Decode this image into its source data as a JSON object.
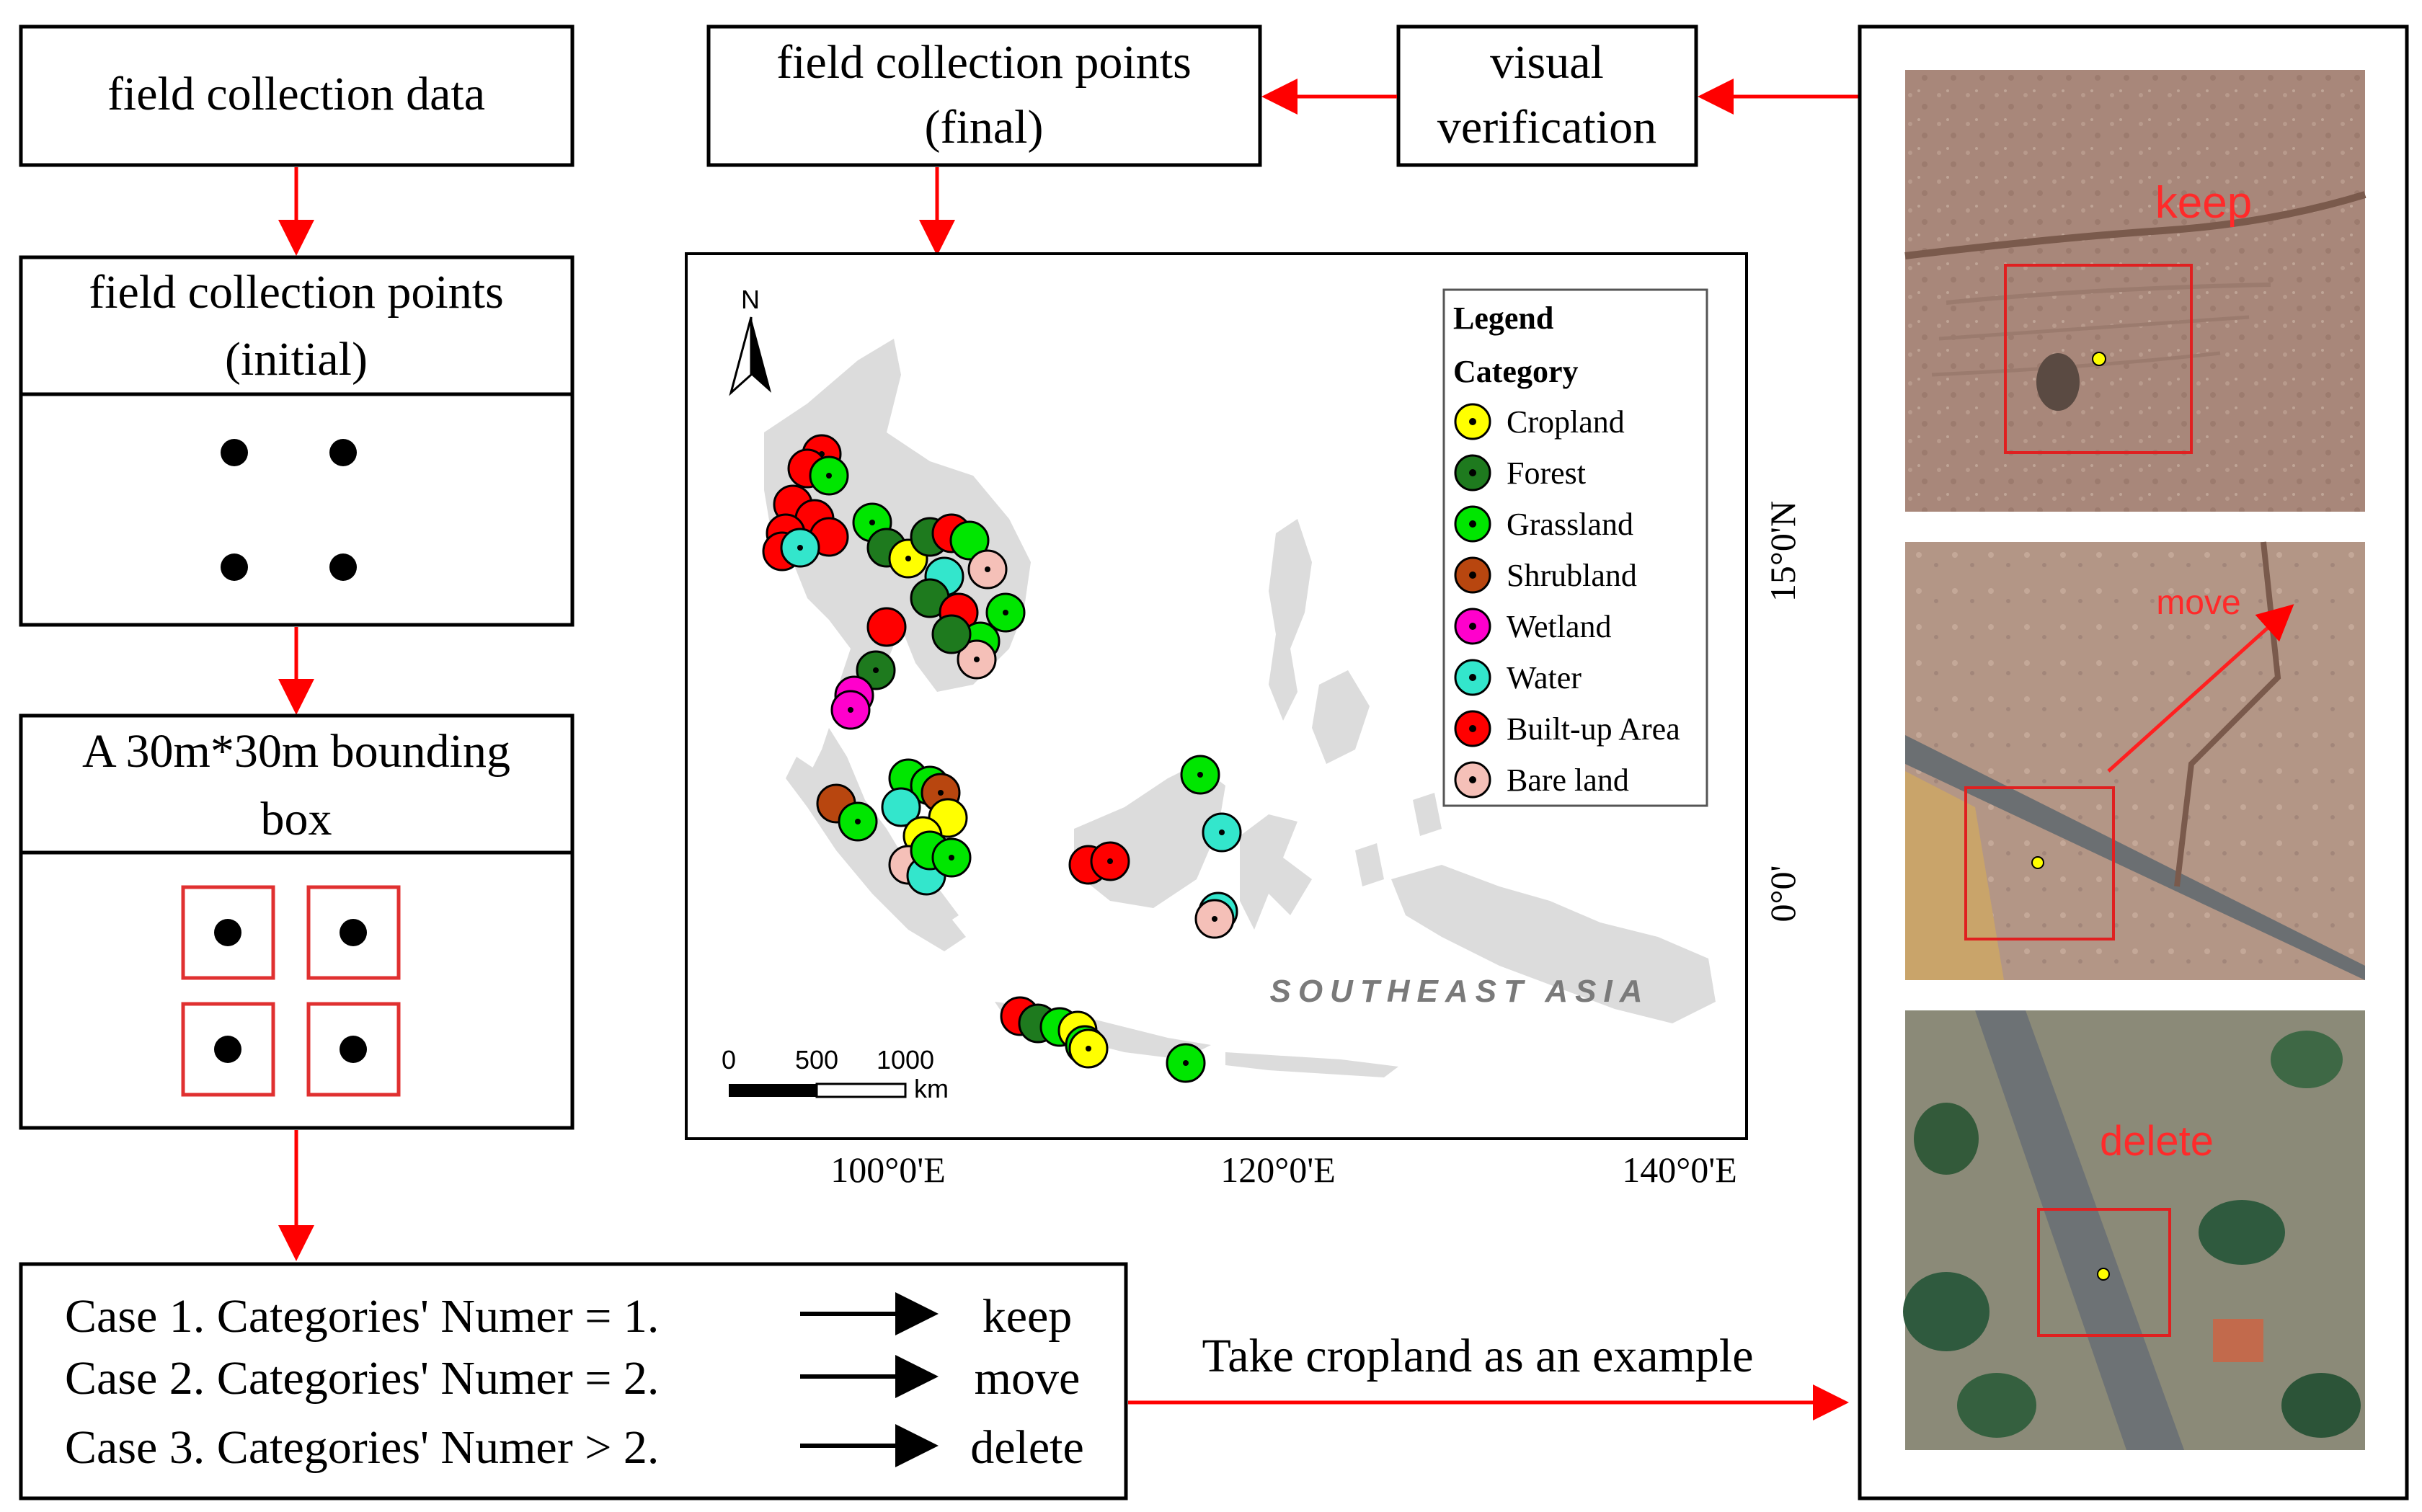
{
  "flow": {
    "field_collection_data": "field collection data",
    "points_initial_line1": "field collection points",
    "points_initial_line2": "(initial)",
    "bbox_line1": "A 30m*30m bounding",
    "bbox_line2": "box",
    "points_final_line1": "field collection points",
    "points_final_line2": "(final)",
    "visual_line1": "visual",
    "visual_line2": "verification",
    "example_label": "Take cropland as an example"
  },
  "cases": [
    {
      "label": "Case 1. Categories' Numer = 1.",
      "action": "keep"
    },
    {
      "label": "Case 2. Categories' Numer = 2.",
      "action": "move"
    },
    {
      "label": "Case 3. Categories' Numer > 2.",
      "action": "delete"
    }
  ],
  "examples": {
    "keep": "keep",
    "move": "move",
    "delete": "delete"
  },
  "map": {
    "region_label": "SOUTHEAST ASIA",
    "north_label": "N",
    "lon_ticks": [
      "100°0'E",
      "120°0'E",
      "140°0'E"
    ],
    "lat_ticks": [
      "15°0'N",
      "0°0'"
    ],
    "scale_ticks": [
      "0",
      "500",
      "1000"
    ],
    "scale_unit": "km"
  },
  "legend": {
    "title": "Legend",
    "subtitle": "Category",
    "items": [
      {
        "label": "Cropland",
        "color": "#ffff00"
      },
      {
        "label": "Forest",
        "color": "#1e7a1e"
      },
      {
        "label": "Grassland",
        "color": "#00e600"
      },
      {
        "label": "Shrubland",
        "color": "#b8460f"
      },
      {
        "label": "Wetland",
        "color": "#ff00cc"
      },
      {
        "label": "Water",
        "color": "#33e6cc"
      },
      {
        "label": "Built-up Area",
        "color": "#ff0000"
      },
      {
        "label": "Bare land",
        "color": "#f5c0b8"
      }
    ]
  },
  "colors": {
    "arrow_red": "#ff0000",
    "box_red": "#e03030",
    "land_gray": "#dcdcdc"
  }
}
